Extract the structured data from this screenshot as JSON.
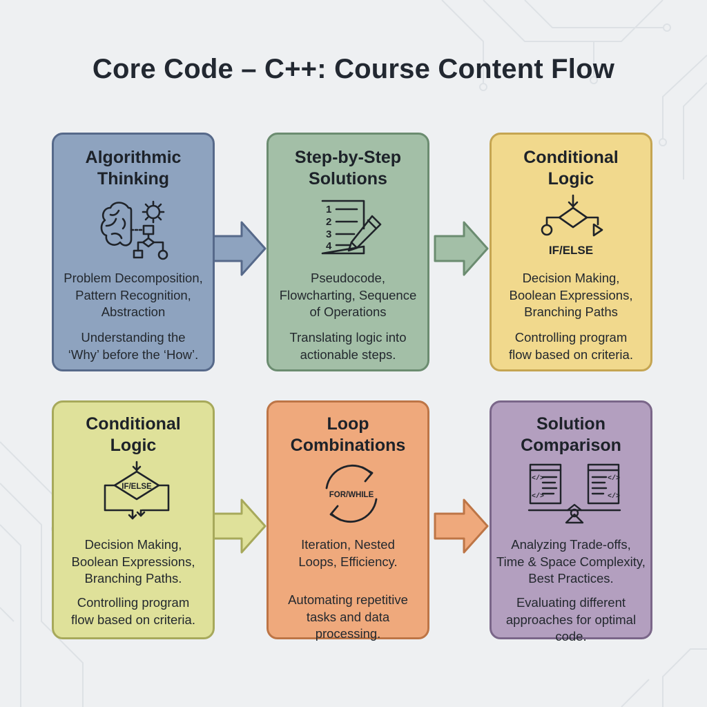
{
  "title": "Core Code – C++: Course Content Flow",
  "colors": {
    "background": "#eef0f2",
    "algorithmic": "#8ea3bf",
    "step_by_step": "#a3bfa7",
    "conditional_top": "#f1d98d",
    "conditional_bottom": "#dfe19a",
    "loop": "#efa97c",
    "comparison": "#b39fbf"
  },
  "cards": [
    {
      "title": [
        "Algorithmic",
        "Thinking"
      ],
      "icon": "brain-gear-flowchart-icon",
      "description": [
        "Problem Decomposition,",
        "Pattern Recognition,",
        "Abstraction"
      ],
      "note": [
        "Understanding the",
        "‘Why’ before the ‘How’."
      ]
    },
    {
      "title": [
        "Step-by-Step",
        "Solutions"
      ],
      "icon": "numbered-list-pencil-icon",
      "list_numbers": [
        "1",
        "2",
        "3",
        "4"
      ],
      "description": [
        "Pseudocode,",
        "Flowcharting, Sequence",
        "of Operations"
      ],
      "note": [
        "Translating logic into",
        "actionable steps."
      ]
    },
    {
      "title": [
        "Conditional",
        "Logic"
      ],
      "icon": "decision-diamond-icon",
      "icon_label": "IF/ELSE",
      "description": [
        "Decision Making,",
        "Boolean Expressions,",
        "Branching Paths"
      ],
      "note": [
        "Controlling program",
        "flow based on criteria."
      ]
    },
    {
      "title": [
        "Conditional",
        "Logic"
      ],
      "icon": "if-else-flowchart-icon",
      "icon_label": "IF/ELSE",
      "description": [
        "Decision Making,",
        "Boolean Expressions,",
        "Branching Paths."
      ],
      "note": [
        "Controlling program",
        "flow based on criteria."
      ]
    },
    {
      "title": [
        "Loop",
        "Combinations"
      ],
      "icon": "loop-arrows-icon",
      "icon_label": "FOR/WHILE",
      "description": [
        "Iteration, Nested",
        "Loops, Efficiency."
      ],
      "note": [
        "Automating repetitive",
        "tasks and data",
        "processing."
      ]
    },
    {
      "title": [
        "Solution",
        "Comparison"
      ],
      "icon": "code-balance-scale-icon",
      "code_glyph": "</>",
      "description": [
        "Analyzing Trade-offs,",
        "Time & Space Complexity,",
        "Best Practices."
      ],
      "note": [
        "Evaluating different",
        "approaches for optimal",
        "code."
      ]
    }
  ]
}
